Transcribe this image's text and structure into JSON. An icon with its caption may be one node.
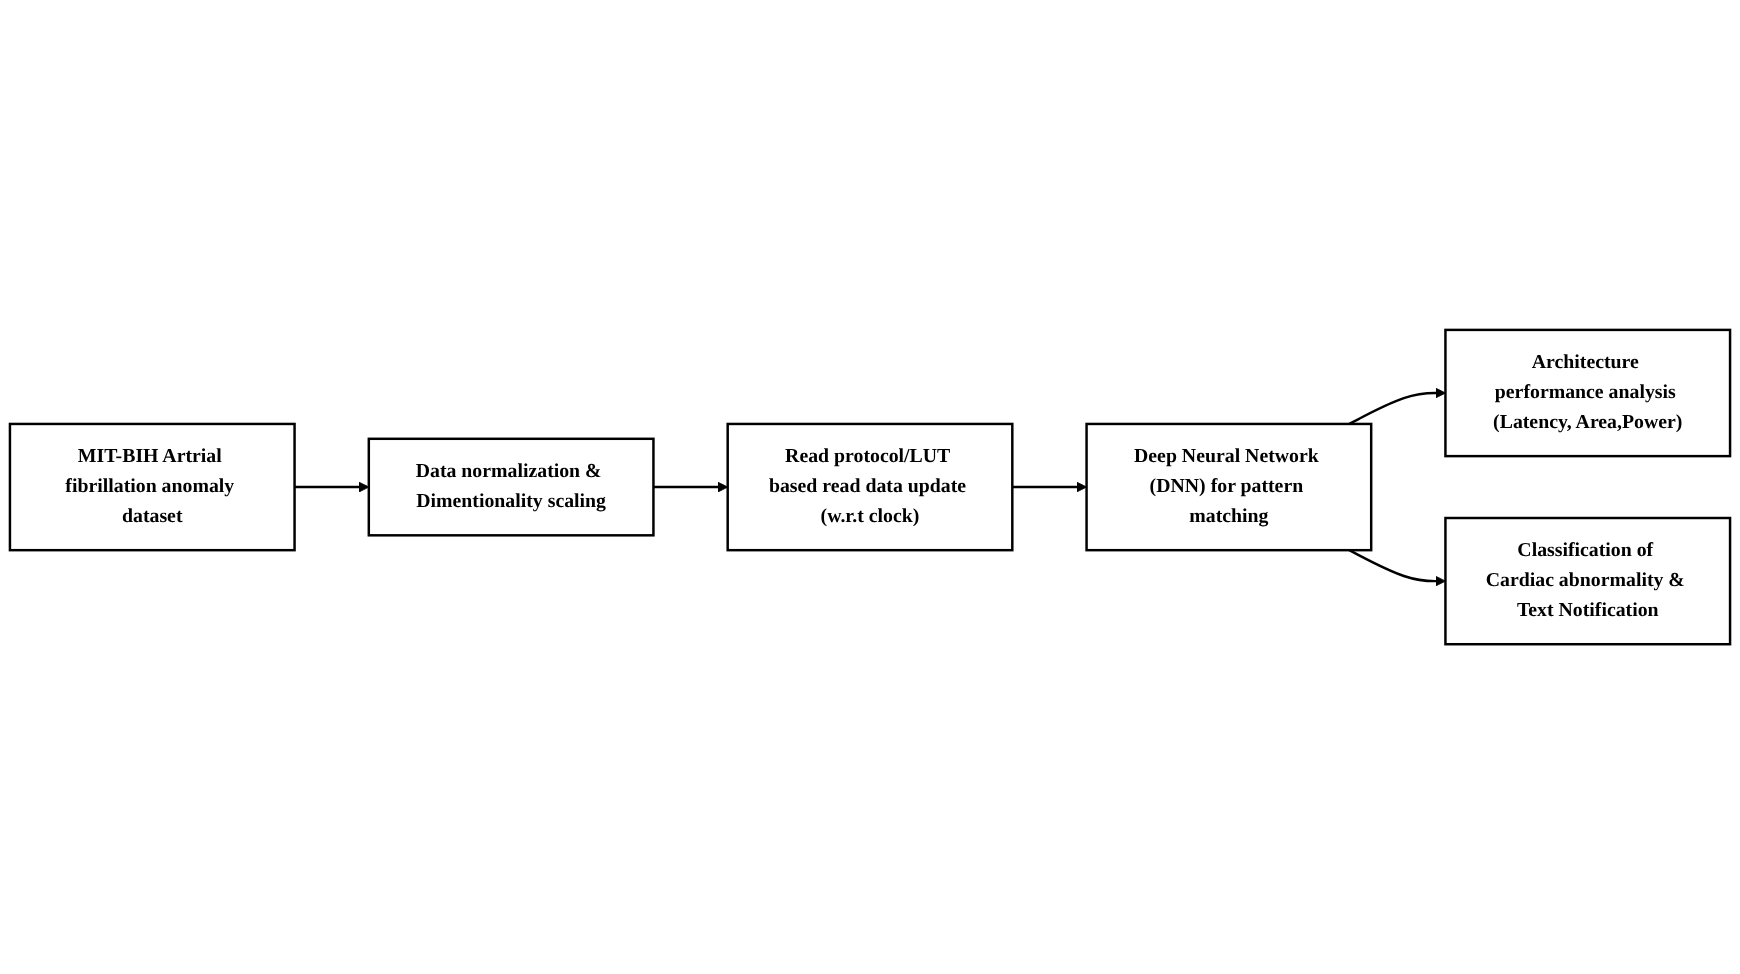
{
  "diagram": {
    "nodes": [
      {
        "text": [
          "MIT-BIH Artrial fibrillation anomaly dataset"
        ]
      },
      {
        "text": [
          "Data normalization & Dimentionality scaling"
        ]
      },
      {
        "text": [
          "Read protocol/LUT based read data update (w.r.t clock)"
        ]
      },
      {
        "text": [
          "Deep Neural Network (DNN) for pattern matching"
        ]
      },
      {
        "text": [
          "Architecture performance analysis (Latency, Area,Power)"
        ]
      },
      {
        "text": [
          "Classification of Cardiac abnormality & Text Notification"
        ]
      }
    ],
    "edges": [
      {
        "from": 0,
        "to": 1,
        "arrow": "to"
      },
      {
        "from": 1,
        "to": 2,
        "arrow": "to"
      },
      {
        "from": 2,
        "to": 3,
        "arrow": "to"
      },
      {
        "from": 3,
        "to": 4,
        "arrow": "to"
      },
      {
        "from": 3,
        "to": 5,
        "arrow": "to"
      }
    ]
  }
}
